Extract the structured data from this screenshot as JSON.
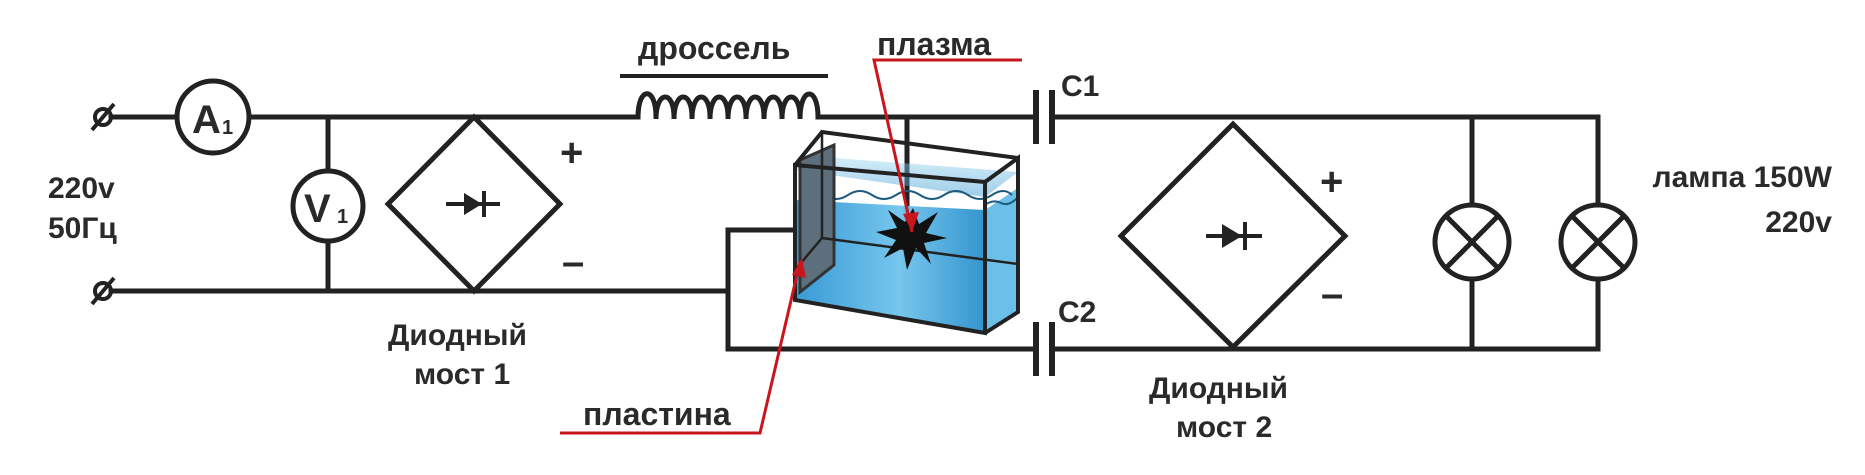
{
  "labels": {
    "supply_voltage": "220v",
    "supply_frequency": "50Гц",
    "ammeter": "A",
    "ammeter_index": "1",
    "voltmeter": "V",
    "voltmeter_index": "1",
    "bridge1_plus": "+",
    "bridge1_minus": "–",
    "bridge1_line1": "Диодный",
    "bridge1_line2": "мост 1",
    "choke": "дроссель",
    "plasma": "плазма",
    "plate": "пластина",
    "c1": "C1",
    "c2": "C2",
    "bridge2_plus": "+",
    "bridge2_minus": "–",
    "bridge2_line1": "Диодный",
    "bridge2_line2": "мост 2",
    "lamp_line1": "лампа 150W",
    "lamp_line2": "220v"
  },
  "colors": {
    "wire": "#222222",
    "annotation": "#c8161d",
    "water": "#3aa6dc",
    "label": "#2a2a2a"
  },
  "icons": {
    "terminal": "terminal-symbol",
    "ammeter": "ammeter-symbol",
    "voltmeter": "voltmeter-symbol",
    "diode": "diode-symbol",
    "inductor": "inductor-coil",
    "capacitor": "capacitor-symbol",
    "lamp": "lamp-symbol",
    "spark": "plasma-spark-icon"
  }
}
